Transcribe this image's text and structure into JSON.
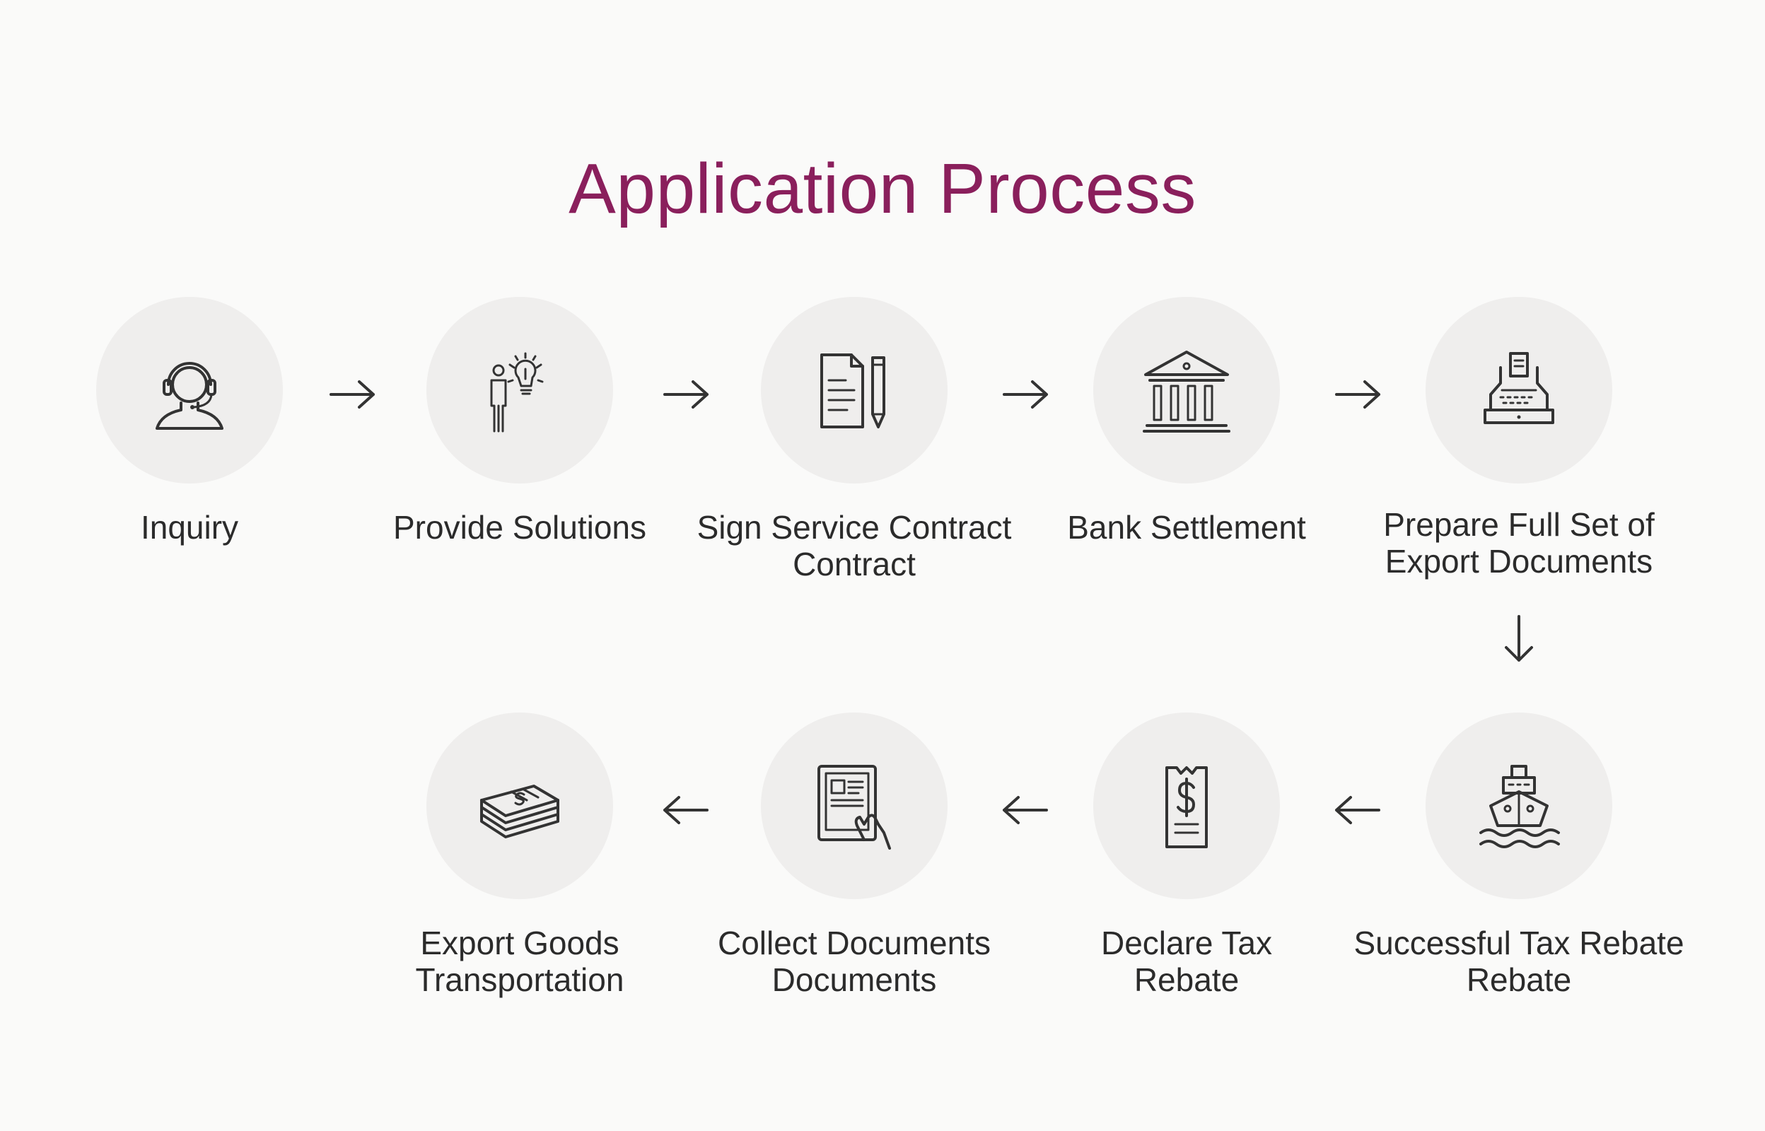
{
  "title": "Application Process",
  "accent_color": "#8a1f5c",
  "steps": [
    {
      "lines": [
        "Inquiry",
        ""
      ],
      "icon": "headset-icon"
    },
    {
      "lines": [
        "Provide Solutions",
        ""
      ],
      "icon": "idea-person-icon"
    },
    {
      "lines": [
        "Sign Service Contract",
        "Contract"
      ],
      "icon": "contract-pen-icon"
    },
    {
      "lines": [
        "Bank Settlement",
        ""
      ],
      "icon": "bank-icon"
    },
    {
      "lines": [
        "Prepare Full Set of",
        "Export Documents"
      ],
      "icon": "document-printer-icon"
    },
    {
      "lines": [
        "Successful Tax Rebate",
        "Rebate"
      ],
      "icon": "ship-icon"
    },
    {
      "lines": [
        "Declare Tax",
        "Rebate"
      ],
      "icon": "tax-receipt-icon"
    },
    {
      "lines": [
        "Collect Documents",
        "Documents"
      ],
      "icon": "tablet-hand-icon"
    },
    {
      "lines": [
        "Export Goods",
        "Transportation"
      ],
      "icon": "cash-stack-icon"
    }
  ],
  "arrow_icons": [
    "right-arrow-icon",
    "down-arrow-icon",
    "left-arrow-icon"
  ]
}
